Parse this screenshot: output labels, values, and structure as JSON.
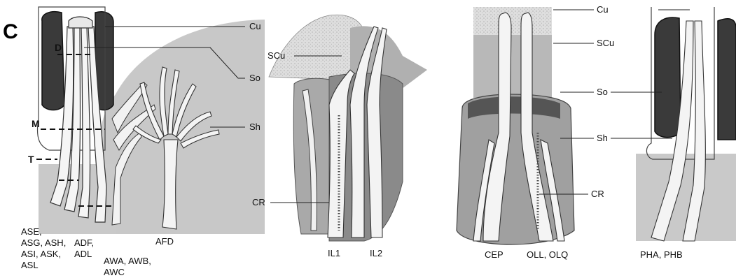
{
  "panel_label": "C",
  "colors": {
    "cuticle": "#d9d9d9",
    "subcuticle": "#aaaaaa",
    "socket": "#7a7a7a",
    "sheath": "#c4c4c4",
    "dendrite": "#f4f4f4",
    "dark": "#333333"
  },
  "panel1": {
    "markers": [
      "D",
      "M",
      "T"
    ],
    "labels": {
      "cu": "Cu",
      "so": "So",
      "sh": "Sh",
      "ase_line1": "ASE,",
      "ase_line2": "ASG, ASH,",
      "ase_line3": "ASI, ASK,",
      "ase_line4": "ASL",
      "adf_line1": "ADF,",
      "adf_line2": "ADL",
      "awa_line1": "AWA, AWB,",
      "awa_line2": "AWC",
      "afd": "AFD"
    }
  },
  "panel2": {
    "labels": {
      "scu": "SCu",
      "cr": "CR",
      "il1": "IL1",
      "il2": "IL2"
    }
  },
  "panel3": {
    "labels": {
      "cu": "Cu",
      "scu": "SCu",
      "so": "So",
      "sh": "Sh",
      "cr": "CR",
      "cep": "CEP",
      "oll": "OLL, OLQ"
    }
  },
  "panel4": {
    "labels": {
      "pha": "PHA, PHB"
    }
  }
}
